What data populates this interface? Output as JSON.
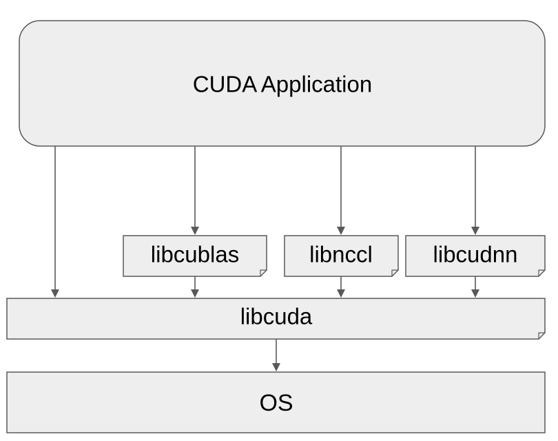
{
  "diagram": {
    "nodes": {
      "app": "CUDA Application",
      "cublas": "libcublas",
      "nccl": "libnccl",
      "cudnn": "libcudnn",
      "cuda": "libcuda",
      "os": "OS"
    },
    "edges": [
      {
        "from": "app",
        "to": "cuda"
      },
      {
        "from": "app",
        "to": "cublas"
      },
      {
        "from": "app",
        "to": "nccl"
      },
      {
        "from": "app",
        "to": "cudnn"
      },
      {
        "from": "cublas",
        "to": "cuda"
      },
      {
        "from": "nccl",
        "to": "cuda"
      },
      {
        "from": "cudnn",
        "to": "cuda"
      },
      {
        "from": "cuda",
        "to": "os"
      }
    ]
  },
  "colors": {
    "node_fill": "#eeeeee",
    "stroke": "#595959",
    "text": "#000000"
  }
}
